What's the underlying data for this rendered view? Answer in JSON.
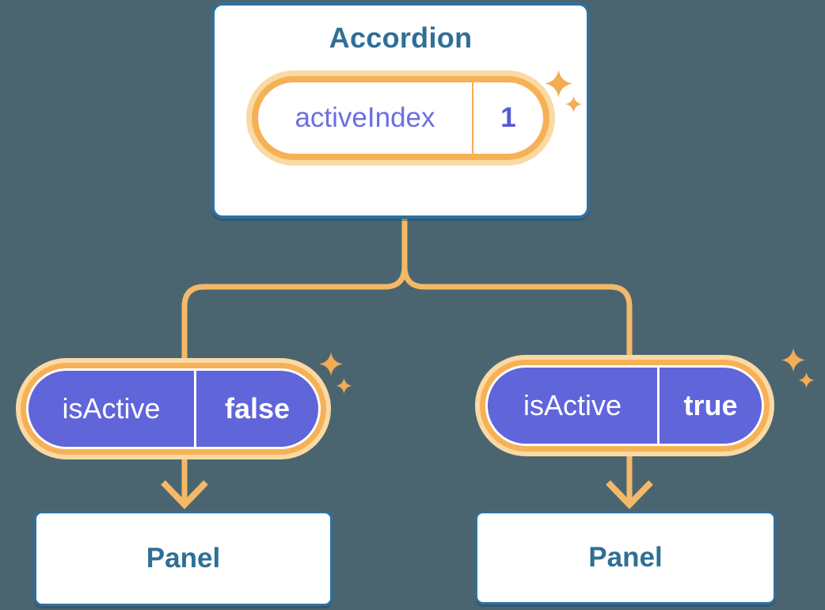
{
  "diagram": {
    "description_colors": {
      "background": "#4B6570",
      "card_border": "#2E71A0",
      "card_background": "#FFFFFF",
      "heading_text": "#2F6F96",
      "pill_purple": "#6065DA",
      "pill_text": "#FFFFFF",
      "state_name_text": "#6B6FE0",
      "state_value_text": "#5659D7",
      "ring_orange": "#F6B156",
      "ring_glow": "#FBD9A3",
      "connector_line": "#F4B967",
      "sparkle": "#F2AC55"
    },
    "accordion": {
      "title": "Accordion",
      "state": {
        "name": "activeIndex",
        "value": "1"
      }
    },
    "children": [
      {
        "prop": {
          "name": "isActive",
          "value": "false"
        },
        "panel_label": "Panel"
      },
      {
        "prop": {
          "name": "isActive",
          "value": "true"
        },
        "panel_label": "Panel"
      }
    ],
    "icons": {
      "sparkle": "sparkle-icon"
    }
  }
}
